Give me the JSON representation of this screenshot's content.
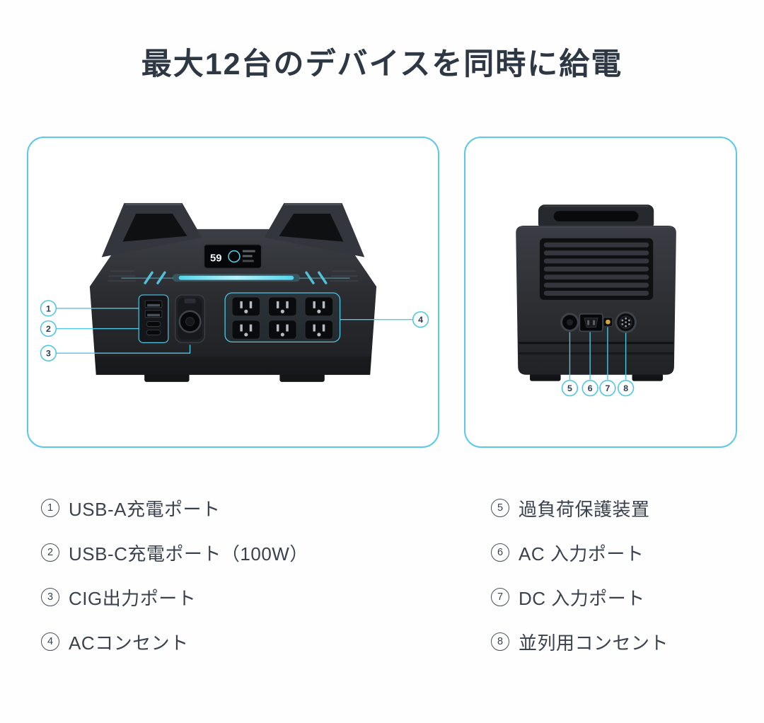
{
  "title": "最大12台のデバイスを同時に給電",
  "display": {
    "battery_level": "59"
  },
  "callouts": {
    "front": [
      "1",
      "2",
      "3",
      "4"
    ],
    "back": [
      "5",
      "6",
      "7",
      "8"
    ]
  },
  "legend": {
    "left": [
      {
        "num": "1",
        "label": "USB-A充電ポート"
      },
      {
        "num": "2",
        "label": "USB-C充電ポート（100W）"
      },
      {
        "num": "3",
        "label": "CIG出力ポート"
      },
      {
        "num": "4",
        "label": "ACコンセント"
      }
    ],
    "right": [
      {
        "num": "5",
        "label": "過負荷保護装置"
      },
      {
        "num": "6",
        "label": "AC 入力ポート"
      },
      {
        "num": "7",
        "label": "DC 入力ポート"
      },
      {
        "num": "8",
        "label": "並列用コンセント"
      }
    ]
  },
  "icons": {
    "front_ports": [
      "usb-a-port",
      "usb-c-port",
      "cig-port",
      "ac-outlet"
    ],
    "back_ports": [
      "breaker-button",
      "ac-inlet",
      "dc-input",
      "parallel-connector"
    ],
    "display": [
      "charge-circle-icon"
    ]
  },
  "colors": {
    "accent_cyan": "#4fc6e4",
    "panel_border": "#5bc9e8",
    "light_bar": "#57d6ec",
    "text_dark": "#3a4250",
    "title": "#2e3744",
    "device_body": "#2a2c30",
    "dc_port_dot": "#d7a42d"
  }
}
